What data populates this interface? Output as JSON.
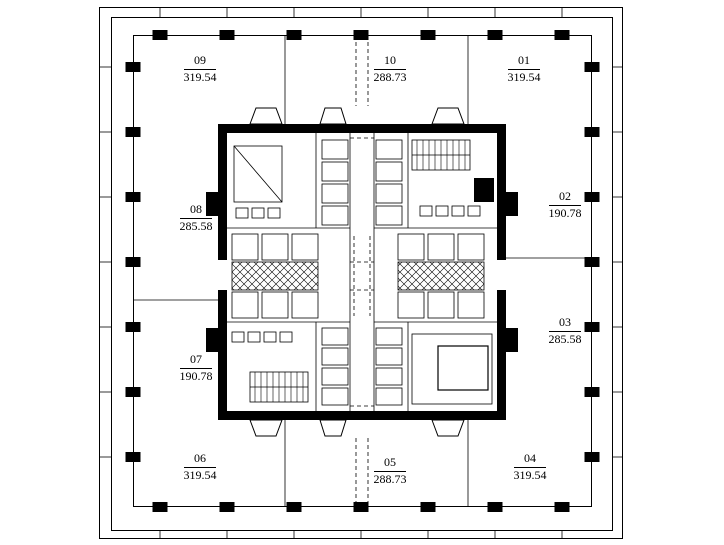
{
  "drawing": {
    "type": "tower-floor-plan",
    "units": [
      {
        "number": "09",
        "area": "319.54",
        "location": "top-left"
      },
      {
        "number": "10",
        "area": "288.73",
        "location": "top-center"
      },
      {
        "number": "01",
        "area": "319.54",
        "location": "top-right"
      },
      {
        "number": "08",
        "area": "285.58",
        "location": "left-upper"
      },
      {
        "number": "02",
        "area": "190.78",
        "location": "right-upper"
      },
      {
        "number": "07",
        "area": "190.78",
        "location": "left-lower"
      },
      {
        "number": "03",
        "area": "285.58",
        "location": "right-lower"
      },
      {
        "number": "06",
        "area": "319.54",
        "location": "bottom-left"
      },
      {
        "number": "05",
        "area": "288.73",
        "location": "bottom-center"
      },
      {
        "number": "04",
        "area": "319.54",
        "location": "bottom-right"
      }
    ],
    "line_color": "#000000",
    "background_color": "#ffffff"
  }
}
